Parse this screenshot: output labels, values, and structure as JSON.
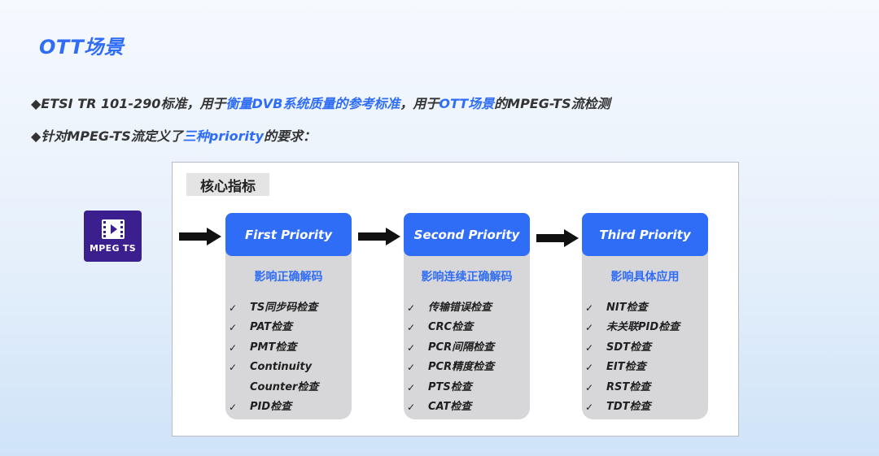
{
  "title": "OTT场景",
  "bullet1": {
    "prefix": "◆ETSI TR 101-290标准，用于",
    "highlight1": "衡量DVB系统质量的参考标准",
    "middle": "，用于",
    "highlight2": "OTT场景",
    "suffix": "的MPEG-TS流检测"
  },
  "bullet2": {
    "prefix": "◆针对MPEG-TS流定义了",
    "highlight": "三种priority",
    "suffix": "的要求："
  },
  "frame": {
    "tag": "核心指标",
    "logo_text": "MPEG TS"
  },
  "colors": {
    "accent": "#2f6df6",
    "card_bg": "#d7d6d9",
    "logo_bg": "#3b1f8f"
  },
  "check_symbol": "✓",
  "cards": [
    {
      "title": "First Priority",
      "subtitle": "影响正确解码",
      "items": [
        "TS同步码检查",
        "PAT检查",
        "PMT检查",
        "Continuity Counter检查",
        "PID检查"
      ]
    },
    {
      "title": "Second Priority",
      "subtitle": "影响连续正确解码",
      "items": [
        "传输错误检查",
        "CRC检查",
        "PCR间隔检查",
        "PCR精度检查",
        "PTS检查",
        "CAT检查"
      ]
    },
    {
      "title": "Third Priority",
      "subtitle": "影响具体应用",
      "items": [
        "NIT检查",
        "未关联PID检查",
        "SDT检查",
        "EIT检查",
        "RST检查",
        "TDT检查"
      ]
    }
  ]
}
